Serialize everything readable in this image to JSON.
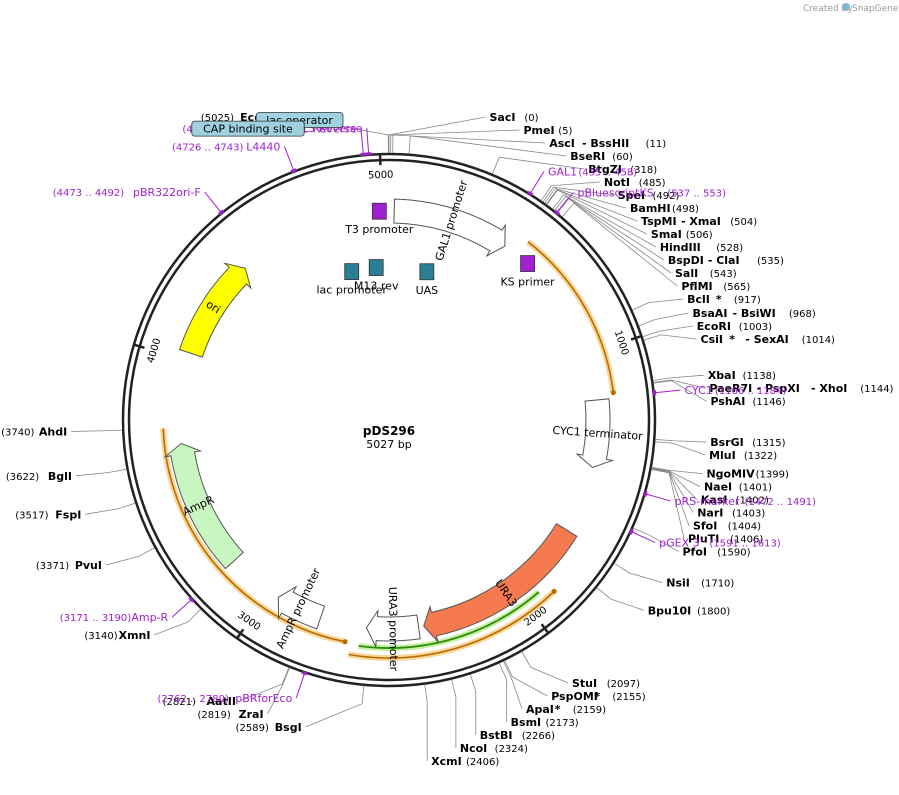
{
  "credit": {
    "prefix": "Created by",
    "brand": "SnapGene"
  },
  "plasmid": {
    "name": "pDS296",
    "size_label": "5027 bp",
    "length": 5027
  },
  "ticks": [
    "1000",
    "2000",
    "3000",
    "4000",
    "5000"
  ],
  "features": [
    {
      "name": "GAL1 promoter",
      "start": 20,
      "end": 470,
      "color": "#ffffff",
      "type": "arrow"
    },
    {
      "name": "CYC1 terminator",
      "start": 1180,
      "end": 1440,
      "color": "#ffffff",
      "type": "arrow"
    },
    {
      "name": "URA3",
      "start": 1700,
      "end": 2380,
      "color": "#f57a4f",
      "type": "arrow"
    },
    {
      "name": "URA3 promoter",
      "start": 2400,
      "end": 2600,
      "color": "#ffffff",
      "type": "arrow"
    },
    {
      "name": "AmpR promoter",
      "start": 2780,
      "end": 2960,
      "color": "#ffffff",
      "type": "arrow"
    },
    {
      "name": "AmpR",
      "start": 3180,
      "end": 3680,
      "color": "#c8f5c0",
      "type": "arrow"
    },
    {
      "name": "ori",
      "start": 4030,
      "end": 4420,
      "color": "#ffff00",
      "type": "arrow"
    },
    {
      "name": "UAS",
      "start": 200,
      "end": 260,
      "color": "#2b7e94",
      "type": "box"
    },
    {
      "name": "KS primer",
      "start": 580,
      "end": 640,
      "color": "#a020d0",
      "type": "small"
    },
    {
      "name": "lac promoter",
      "start": 4830,
      "end": 4860,
      "color": "#2b7e94",
      "type": "box"
    },
    {
      "name": "T3 promoter",
      "start": 4990,
      "end": 5010,
      "color": "#a020d0",
      "type": "small"
    },
    {
      "name": "M13 rev",
      "start": 4960,
      "end": 4985,
      "color": "#2b7e94",
      "type": "box"
    }
  ],
  "orange_arcs": [
    {
      "start": 530,
      "end": 1160,
      "dir": "cw"
    },
    {
      "start": 2670,
      "end": 3740,
      "dir": "ccw"
    },
    {
      "start": 1900,
      "end": 2650,
      "dir": "ccw"
    }
  ],
  "green_arc": {
    "start": 1940,
    "end": 2620,
    "dir": "ccw"
  },
  "sites": [
    {
      "name": "Eco53kI",
      "pos": 5025,
      "num": "(5025)",
      "side": "left",
      "star": ""
    },
    {
      "name": "SacI",
      "pos": 0,
      "num": "(0)",
      "side": "right",
      "star": ""
    },
    {
      "name": "PmeI",
      "pos": 5,
      "num": "(5)",
      "side": "right",
      "star": ""
    },
    {
      "name": "AscI",
      "pos": 11,
      "num": "(11)",
      "side": "right",
      "star": "",
      "extra": "BssHII"
    },
    {
      "name": "BseRI",
      "pos": 60,
      "num": "(60)",
      "side": "right",
      "star": ""
    },
    {
      "name": "BtgZI",
      "pos": 318,
      "num": "(318)",
      "side": "right",
      "star": ""
    },
    {
      "name": "NotI",
      "pos": 485,
      "num": "(485)",
      "side": "right",
      "star": ""
    },
    {
      "name": "SpeI",
      "pos": 492,
      "num": "(492)",
      "side": "right",
      "star": ""
    },
    {
      "name": "BamHI",
      "pos": 498,
      "num": "(498)",
      "side": "right",
      "star": ""
    },
    {
      "name": "TspMI",
      "pos": 504,
      "num": "(504)",
      "side": "right",
      "star": "",
      "extra": "XmaI"
    },
    {
      "name": "SmaI",
      "pos": 506,
      "num": "(506)",
      "side": "right",
      "star": ""
    },
    {
      "name": "HindIII",
      "pos": 528,
      "num": "(528)",
      "side": "right",
      "star": ""
    },
    {
      "name": "BspDI",
      "pos": 535,
      "num": "(535)",
      "side": "right",
      "star": "",
      "extra": "ClaI"
    },
    {
      "name": "SalI",
      "pos": 543,
      "num": "(543)",
      "side": "right",
      "star": ""
    },
    {
      "name": "PflMI",
      "pos": 565,
      "num": "(565)",
      "side": "right",
      "star": ""
    },
    {
      "name": "BclI",
      "pos": 917,
      "num": "(917)",
      "side": "right",
      "star": " *"
    },
    {
      "name": "BsaAI",
      "pos": 968,
      "num": "(968)",
      "side": "right",
      "star": "",
      "extra": "BsiWI"
    },
    {
      "name": "EcoRI",
      "pos": 1003,
      "num": "(1003)",
      "side": "right",
      "star": ""
    },
    {
      "name": "CsiI",
      "pos": 1014,
      "num": "(1014)",
      "side": "right",
      "star": " *",
      "extra": "SexAI"
    },
    {
      "name": "XbaI",
      "pos": 1138,
      "num": "(1138)",
      "side": "right",
      "star": ""
    },
    {
      "name": "PaeR7I",
      "pos": 1144,
      "num": "(1144)",
      "side": "right",
      "star": "",
      "extra": "PspXI",
      "extra2": "XhoI"
    },
    {
      "name": "PshAI",
      "pos": 1146,
      "num": "(1146)",
      "side": "right",
      "star": ""
    },
    {
      "name": "BsrGI",
      "pos": 1315,
      "num": "(1315)",
      "side": "right",
      "star": ""
    },
    {
      "name": "MluI",
      "pos": 1322,
      "num": "(1322)",
      "side": "right",
      "star": ""
    },
    {
      "name": "NgoMIV",
      "pos": 1399,
      "num": "(1399)",
      "side": "right",
      "star": ""
    },
    {
      "name": "NaeI",
      "pos": 1401,
      "num": "(1401)",
      "side": "right",
      "star": ""
    },
    {
      "name": "KasI",
      "pos": 1402,
      "num": "(1402)",
      "side": "right",
      "star": ""
    },
    {
      "name": "NarI",
      "pos": 1403,
      "num": "(1403)",
      "side": "right",
      "star": ""
    },
    {
      "name": "SfoI",
      "pos": 1404,
      "num": "(1404)",
      "side": "right",
      "star": ""
    },
    {
      "name": "PluTI",
      "pos": 1406,
      "num": "(1406)",
      "side": "right",
      "star": ""
    },
    {
      "name": "PfoI",
      "pos": 1590,
      "num": "(1590)",
      "side": "right",
      "star": ""
    },
    {
      "name": "NsiI",
      "pos": 1710,
      "num": "(1710)",
      "side": "right",
      "star": ""
    },
    {
      "name": "Bpu10I",
      "pos": 1800,
      "num": "(1800)",
      "side": "right",
      "star": ""
    },
    {
      "name": "StuI",
      "pos": 2097,
      "num": "(2097)",
      "side": "right",
      "star": ""
    },
    {
      "name": "PspOMI",
      "pos": 2155,
      "num": "(2155)",
      "side": "right",
      "star": " *"
    },
    {
      "name": "ApaI",
      "pos": 2159,
      "num": "(2159)",
      "side": "right",
      "star": " *"
    },
    {
      "name": "BsmI",
      "pos": 2173,
      "num": "(2173)",
      "side": "right",
      "star": ""
    },
    {
      "name": "BstBI",
      "pos": 2266,
      "num": "(2266)",
      "side": "right",
      "star": ""
    },
    {
      "name": "NcoI",
      "pos": 2324,
      "num": "(2324)",
      "side": "right",
      "star": ""
    },
    {
      "name": "XcmI",
      "pos": 2406,
      "num": "(2406)",
      "side": "right",
      "star": ""
    },
    {
      "name": "BsgI",
      "pos": 2589,
      "num": "(2589)",
      "side": "left",
      "star": ""
    },
    {
      "name": "AatII",
      "pos": 2821,
      "num": "(2821)",
      "side": "left",
      "star": ""
    },
    {
      "name": "ZraI",
      "pos": 2819,
      "num": "(2819)",
      "side": "left",
      "star": ""
    },
    {
      "name": "XmnI",
      "pos": 3140,
      "num": "(3140)",
      "side": "left",
      "star": ""
    },
    {
      "name": "PvuI",
      "pos": 3371,
      "num": "(3371)",
      "side": "left",
      "star": ""
    },
    {
      "name": "FspI",
      "pos": 3517,
      "num": "(3517)",
      "side": "left",
      "star": ""
    },
    {
      "name": "BglI",
      "pos": 3622,
      "num": "(3622)",
      "side": "left",
      "star": ""
    },
    {
      "name": "AhdI",
      "pos": 3740,
      "num": "(3740)",
      "side": "left",
      "star": ""
    }
  ],
  "primers": [
    {
      "name": "M13 Reverse",
      "range": "(4958 .. 4974)",
      "pos": 4966,
      "side": "left"
    },
    {
      "name": "M13/pUC Reverse",
      "range": "(4939 .. 4961)",
      "pos": 4950,
      "side": "left"
    },
    {
      "name": "L4440",
      "range": "(4726 .. 4743)",
      "pos": 4735,
      "side": "left"
    },
    {
      "name": "pBR322ori-F",
      "range": "(4473 .. 4492)",
      "pos": 4483,
      "side": "left"
    },
    {
      "name": "GAL1",
      "range": "(435 .. 458)",
      "pos": 446,
      "side": "right"
    },
    {
      "name": "pBluescriptKS",
      "range": "(537 .. 553)",
      "pos": 545,
      "side": "right"
    },
    {
      "name": "CYC1",
      "range": "(1166 .. 1184)",
      "pos": 1175,
      "side": "right"
    },
    {
      "name": "pRS-marker",
      "range": "(1472 .. 1491)",
      "pos": 1481,
      "side": "right"
    },
    {
      "name": "pGEX 3'",
      "range": "(1591 .. 1613)",
      "pos": 1602,
      "side": "right"
    },
    {
      "name": "Amp-R",
      "range": "(3171 .. 3190)",
      "pos": 3180,
      "side": "left"
    },
    {
      "name": "pBRforEco",
      "range": "(2762 .. 2780)",
      "pos": 2771,
      "side": "left"
    }
  ],
  "boxed_labels": [
    {
      "name": "lac operator",
      "pos": 4905
    },
    {
      "name": "CAP binding site",
      "pos": 4800
    }
  ]
}
